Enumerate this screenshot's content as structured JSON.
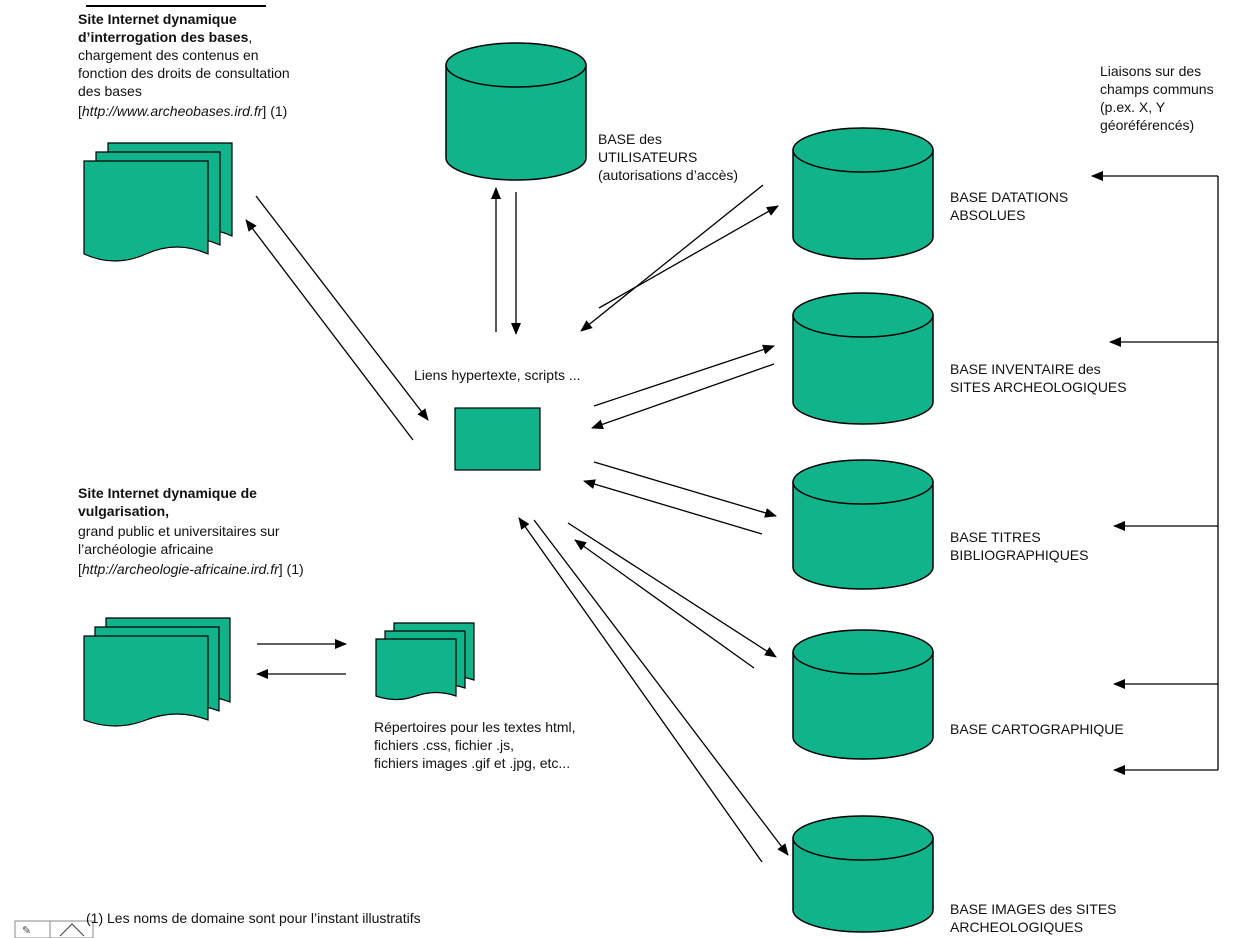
{
  "site_bases": {
    "title_line1": "Site Internet dynamique",
    "title_line2": "d’interrogation des bases",
    "title_comma": ",",
    "desc_line1": "chargement des contenus en",
    "desc_line2": "fonction des droits de consultation",
    "desc_line3": "des bases",
    "url_open": "[",
    "url": "http://www.archeobases.ird.fr",
    "url_close": "] (1)"
  },
  "site_vulgarisation": {
    "title_line1": "Site Internet dynamique de",
    "title_line2": "vulgarisation,",
    "desc_line1": "grand public et universitaires sur",
    "desc_line2": "l’archéologie africaine",
    "url_open": "[",
    "url": "http://archeologie-africaine.ird.fr",
    "url_close": "]  (1)"
  },
  "base_utilisateurs": {
    "line1": "BASE  des",
    "line2": "UTILISATEURS",
    "line3": "(autorisations d’accès)"
  },
  "center_label": "Liens hypertexte, scripts ...",
  "repertoires": {
    "line1": "Répertoires pour les textes html,",
    "line2": "fichiers .css, fichier .js,",
    "line3": "fichiers images .gif et .jpg, etc..."
  },
  "liaisons": {
    "line1": "Liaisons sur des",
    "line2": "champs communs",
    "line3": "(p.ex. X, Y",
    "line4": "géoréférencés)"
  },
  "databases": [
    {
      "line1": "BASE DATATIONS",
      "line2": "ABSOLUES"
    },
    {
      "line1": "BASE INVENTAIRE des",
      "line2": "SITES ARCHEOLOGIQUES"
    },
    {
      "line1": "BASE TITRES",
      "line2": "BIBLIOGRAPHIQUES"
    },
    {
      "line1": "BASE CARTOGRAPHIQUE",
      "line2": ""
    },
    {
      "line1": "BASE IMAGES des SITES",
      "line2": "ARCHEOLOGIQUES"
    }
  ],
  "footnote": "(1) Les noms de domaine sont pour l’instant illustratifs",
  "colors": {
    "fill": "#10b38a",
    "stroke": "#000000"
  }
}
